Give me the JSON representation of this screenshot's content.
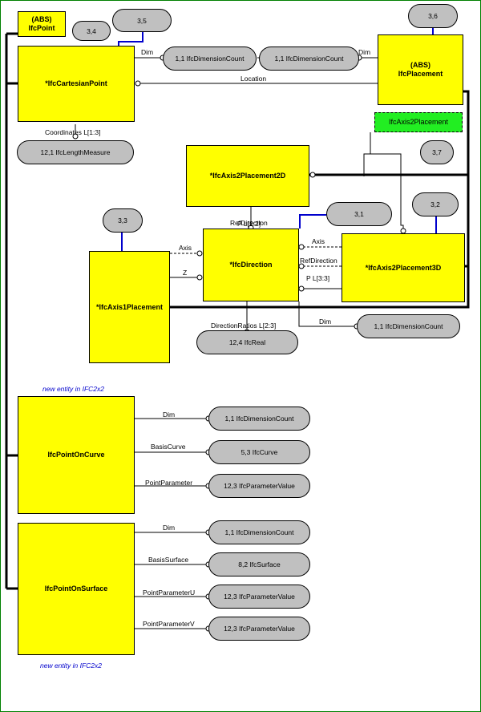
{
  "entities": {
    "ifcpoint": "(ABS)\nIfcPoint",
    "cartesian_point": "*IfcCartesianPoint",
    "placement": "(ABS)\nIfcPlacement",
    "axis2placement_select": "IfcAxis2Placement",
    "axis2placement2d": "*IfcAxis2Placement2D",
    "direction": "*IfcDirection",
    "axis1placement": "*IfcAxis1Placement",
    "axis2placement3d": "*IfcAxis2Placement3D",
    "point_on_curve": "IfcPointOnCurve",
    "point_on_surface": "IfcPointOnSurface"
  },
  "refs": {
    "r34": "3,4",
    "r35": "3,5",
    "r36": "3,6",
    "r37": "3,7",
    "r33": "3,3",
    "r31": "3,1",
    "r32": "3,2"
  },
  "types": {
    "dimcount_a": "1,1 IfcDimensionCount",
    "dimcount_b": "1,1 IfcDimensionCount",
    "length_measure": "12,1 IfcLengthMeasure",
    "real": "12,4 IfcReal",
    "dimcount_c": "1,1 IfcDimensionCount",
    "poc_dim": "1,1 IfcDimensionCount",
    "poc_curve": "5,3 IfcCurve",
    "poc_param": "12,3 IfcParameterValue",
    "pos_dim": "1,1 IfcDimensionCount",
    "pos_surface": "8,2 IfcSurface",
    "pos_param_u": "12,3 IfcParameterValue",
    "pos_param_v": "12,3 IfcParameterValue"
  },
  "attributes": {
    "dim_cp": "Dim",
    "dim_pl": "Dim",
    "location": "Location",
    "coordinates": "Coordinates L[1:3]",
    "refdirection_2d": "RefDirection",
    "p_2d": "P L[2:2]",
    "axis_a1": "Axis",
    "z_a1": "Z",
    "axis_3d": "Axis",
    "refdirection_3d": "RefDirection",
    "p_3d": "P L[3:3]",
    "direction_ratios": "DirectionRatios L[2:3]",
    "dim_dir": "Dim",
    "poc_dim": "Dim",
    "poc_basis": "BasisCurve",
    "poc_param": "PointParameter",
    "pos_dim": "Dim",
    "pos_basis": "BasisSurface",
    "pos_u": "PointParameterU",
    "pos_v": "PointParameterV"
  },
  "notes": {
    "poc_note": "new entity in IFC2x2",
    "pos_note": "new entity in IFC2x2"
  },
  "colors": {
    "entity_fill": "#ffff00",
    "select_fill": "#22ee22",
    "type_fill": "#c0c0c0",
    "ref_line": "#0000cc",
    "note_text": "#0000cc"
  }
}
